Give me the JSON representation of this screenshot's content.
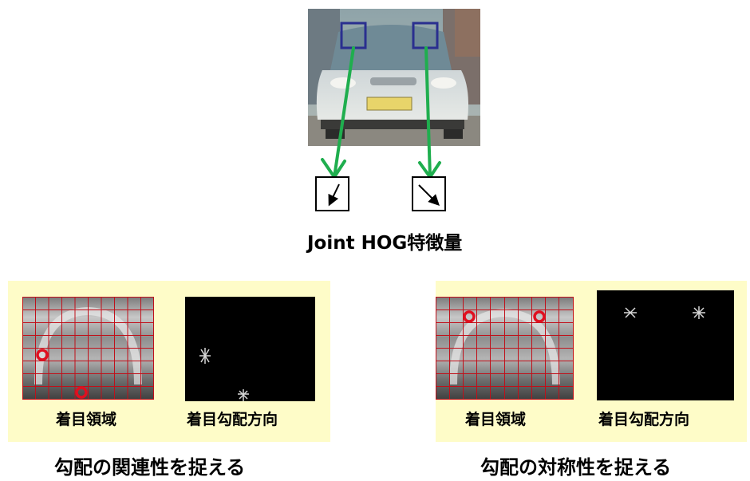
{
  "top": {
    "feature_title": "Joint HOG特徴量"
  },
  "left_panel": {
    "region_label": "着目領域",
    "direction_label": "着目勾配方向",
    "caption": "勾配の関連性を捉える"
  },
  "right_panel": {
    "region_label": "着目領域",
    "direction_label": "着目勾配方向",
    "caption": "勾配の対称性を捉える"
  },
  "colors": {
    "panel_bg": "#fefcc8",
    "arrow_green": "#1fae4e",
    "box_blue": "#2a2f8f",
    "grid_red": "#c0101a"
  }
}
